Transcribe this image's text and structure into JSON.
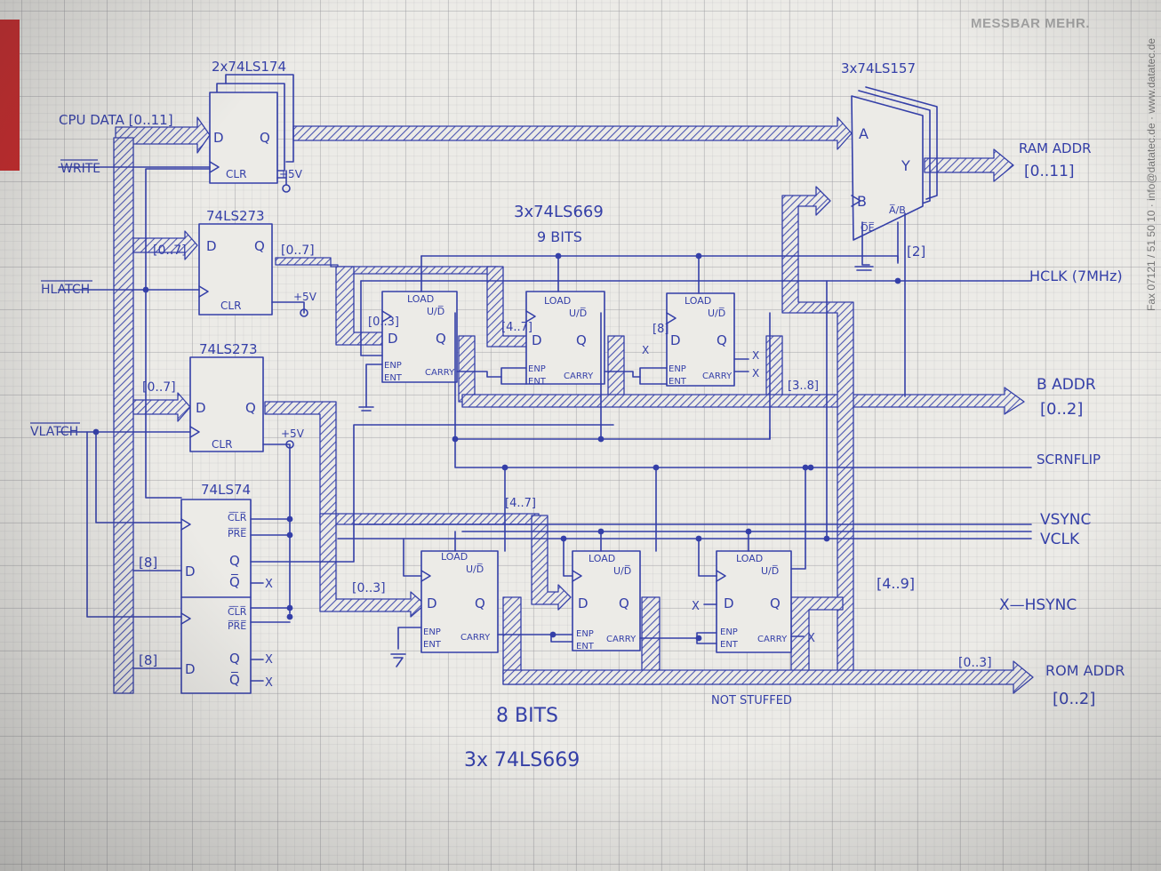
{
  "header": {
    "brand": "MESSBAR MEHR.",
    "side_text": "Fax 07121 / 51 50 10 · info@datatec.de · www.datatec.de"
  },
  "colors": {
    "ink": "#343fa8",
    "paper": "#ecebe7",
    "brand_red": "#c8282a"
  },
  "inputs": {
    "cpu_data": "CPU DATA [0..11]",
    "write": "WRITE",
    "hlatch": "HLATCH",
    "vlatch": "VLATCH"
  },
  "chips": {
    "latch_top": "2x74LS174",
    "latch_h": "74LS273",
    "latch_v": "74LS273",
    "flipflop": "74LS74",
    "mux": "3x74LS157",
    "h_counter_title": "3x74LS669",
    "h_counter_bits": "9 BITS",
    "v_counter_bits": "8 BITS",
    "v_counter_title": "3x 74LS669"
  },
  "pins": {
    "d": "D",
    "q": "Q",
    "qbar": "Q̅",
    "clr": "CLR",
    "clr_bar": "C̅L̅R̅",
    "pre_bar": "P̅R̅E̅",
    "load": "LOAD",
    "ud": "U/D̅",
    "enp": "ENP",
    "ent": "ENT",
    "carry": "CARRY",
    "a": "A",
    "b": "B",
    "y": "Y",
    "ab": "A̅/B",
    "oe": "O̅E̅",
    "x": "X",
    "plus5v": "+5V"
  },
  "bus_labels": {
    "b0_7": "[0..7]",
    "b0_7_out": "[0..7]",
    "b0_7_v": "[0..7]",
    "b0_3_h": "[0..3]",
    "b4_7_h": "[4..7]",
    "b8_h": "[8]",
    "b3_8": "[3..8]",
    "b4_7_v": "[4..7]",
    "b0_3_v": "[0..3]",
    "b4_9": "[4..9]",
    "b0_3_rom": "[0..3]",
    "b8_a": "[8]",
    "b8_b": "[8]",
    "b2": "[2]"
  },
  "outputs": {
    "ram_addr": "RAM ADDR",
    "ram_range": "[0..11]",
    "hclk": "HCLK (7MHz)",
    "b_addr": "B ADDR",
    "b_range": "[0..2]",
    "scrnflip": "SCRNFLIP",
    "vsync": "VSYNC",
    "vclk": "VCLK",
    "hsync": "X—HSYNC",
    "rom_addr": "ROM ADDR",
    "rom_range": "[0..2]",
    "not_stuffed": "NOT STUFFED"
  }
}
